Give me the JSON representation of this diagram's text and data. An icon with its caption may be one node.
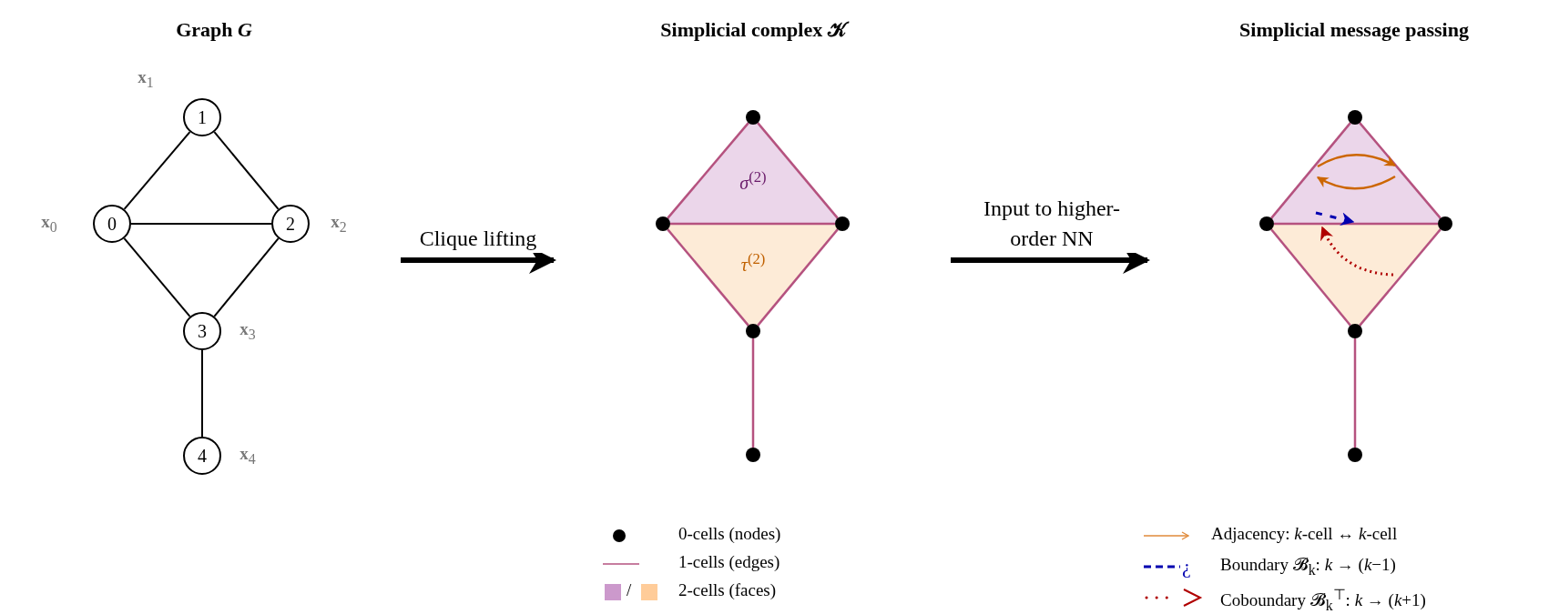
{
  "diagram": {
    "nodes": [
      {
        "text": [
          "Graph *G*"
        ]
      },
      {
        "text": [
          "0"
        ],
        "in": 0,
        "beside": [
          "**x**$_{0}$"
        ]
      },
      {
        "text": [
          "1"
        ],
        "in": 0,
        "beside": [
          "**x**$_{1}$"
        ]
      },
      {
        "text": [
          "2"
        ],
        "in": 0,
        "beside": [
          "**x**$_{2}$"
        ]
      },
      {
        "text": [
          "3"
        ],
        "in": 0,
        "beside": [
          "**x**$_{3}$"
        ]
      },
      {
        "text": [
          "4"
        ],
        "in": 0,
        "beside": [
          "**x**$_{4}$"
        ]
      },
      {
        "text": [
          "Simplicial complex 𝒦"
        ]
      },
      {
        "text": [
          "*σ*$^{(2)}$"
        ],
        "in": 6
      },
      {
        "text": [
          "*τ*$^{(2)}$"
        ],
        "in": 6
      },
      {
        "text": [],
        "shape": "circle",
        "in": 6
      },
      {
        "text": [],
        "shape": "circle",
        "in": 6
      },
      {
        "text": [],
        "shape": "circle",
        "in": 6
      },
      {
        "text": [],
        "shape": "circle",
        "in": 6
      },
      {
        "text": [],
        "shape": "circle",
        "in": 6
      },
      {
        "text": [
          "Simplicial message passing"
        ]
      },
      {
        "text": [],
        "shape": "triangle",
        "in": 14
      },
      {
        "text": [],
        "shape": "triangle",
        "in": 14
      },
      {
        "text": [],
        "shape": "circle",
        "in": 14
      },
      {
        "text": [],
        "shape": "circle",
        "in": 14
      },
      {
        "text": [],
        "shape": "circle",
        "in": 14
      },
      {
        "text": [],
        "shape": "circle",
        "in": 14
      },
      {
        "text": [],
        "shape": "circle",
        "in": 14
      }
    ],
    "edges": [
      {
        "from": 1,
        "to": 2,
        "arrow": "none",
        "color": "#000000"
      },
      {
        "from": 2,
        "to": 3,
        "arrow": "none",
        "color": "#000000"
      },
      {
        "from": 1,
        "to": 3,
        "arrow": "none",
        "color": "#000000"
      },
      {
        "from": 1,
        "to": 4,
        "arrow": "none",
        "color": "#000000"
      },
      {
        "from": 3,
        "to": 4,
        "arrow": "none",
        "color": "#000000"
      },
      {
        "from": 4,
        "to": 5,
        "arrow": "none",
        "color": "#000000"
      },
      {
        "from": 0,
        "to": 6,
        "arrow": "to",
        "label": "Clique lifting",
        "style": "thick",
        "color": "#000000"
      },
      {
        "from": 9,
        "to": 10,
        "arrow": "none"
      },
      {
        "from": 9,
        "to": 11,
        "arrow": "none"
      },
      {
        "from": 10,
        "to": 11,
        "arrow": "none"
      },
      {
        "from": 10,
        "to": 12,
        "arrow": "none"
      },
      {
        "from": 11,
        "to": 12,
        "arrow": "none"
      },
      {
        "from": 12,
        "to": 13,
        "arrow": "none"
      },
      {
        "from": 6,
        "to": 14,
        "arrow": "to",
        "label": "Input to higher-order NN",
        "style": "thick",
        "color": "#000000"
      },
      {
        "from": 17,
        "to": 18,
        "arrow": "none"
      },
      {
        "from": 17,
        "to": 19,
        "arrow": "none"
      },
      {
        "from": 18,
        "to": 19,
        "arrow": "none"
      },
      {
        "from": 18,
        "to": 20,
        "arrow": "none"
      },
      {
        "from": 19,
        "to": 20,
        "arrow": "none"
      },
      {
        "from": 20,
        "to": 21,
        "arrow": "none"
      },
      {
        "from": 15,
        "to": 15,
        "arrow": "to",
        "color": "#cc6600"
      },
      {
        "from": 15,
        "to": 15,
        "arrow": "to",
        "color": "#cc6600"
      },
      {
        "from": 15,
        "to": 16,
        "arrow": "to",
        "style": "dashed",
        "color": "#0000b0"
      },
      {
        "from": 16,
        "to": 15,
        "arrow": "to",
        "style": "dashed",
        "color": "#b00000"
      }
    ],
    "labels": [
      "/",
      "¿"
    ],
    "legend": [
      {
        "text": "0-cells (nodes)"
      },
      {
        "text": "1-cells (edges)"
      },
      {
        "text": "2-cells (faces)"
      },
      {
        "text": "Adjacency: *k*-cell ↔ *k*-cell"
      },
      {
        "text": "Boundary 𝓑$_{k}$: *k* → (*k*−1)"
      },
      {
        "text": "Coboundary 𝓑$_{k}$$^{⊤}$: *k* → (*k*+1)"
      }
    ]
  }
}
